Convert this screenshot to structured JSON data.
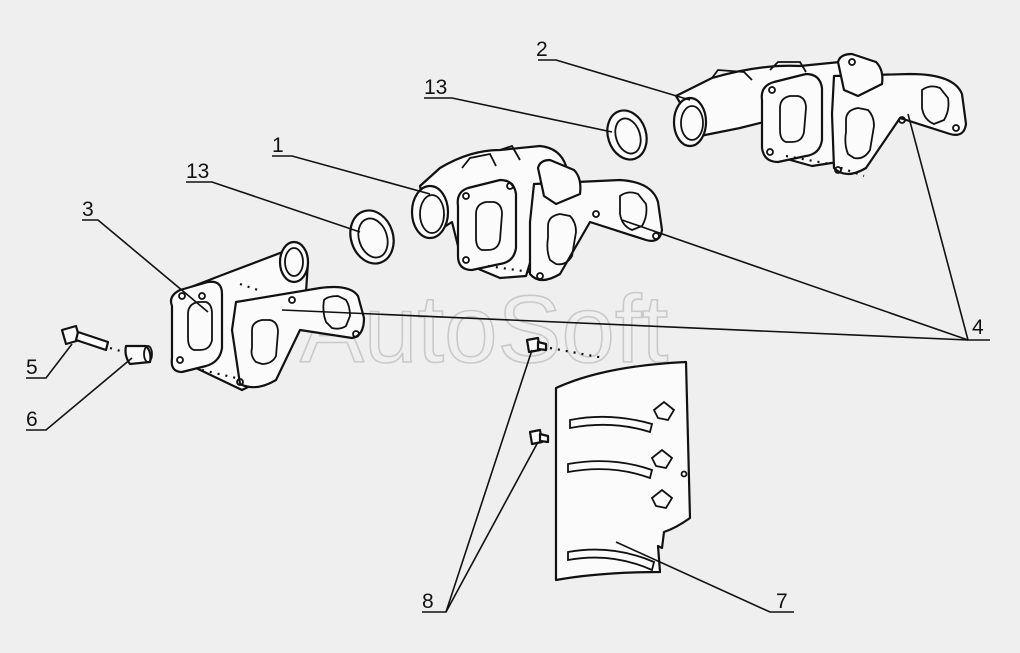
{
  "watermark": "AutoSoft",
  "callouts": [
    {
      "id": "c1",
      "label": "1"
    },
    {
      "id": "c2",
      "label": "2"
    },
    {
      "id": "c3",
      "label": "3"
    },
    {
      "id": "c4",
      "label": "4"
    },
    {
      "id": "c5",
      "label": "5"
    },
    {
      "id": "c6",
      "label": "6"
    },
    {
      "id": "c7",
      "label": "7"
    },
    {
      "id": "c8",
      "label": "8"
    },
    {
      "id": "c13a",
      "label": "13"
    },
    {
      "id": "c13b",
      "label": "13"
    }
  ]
}
